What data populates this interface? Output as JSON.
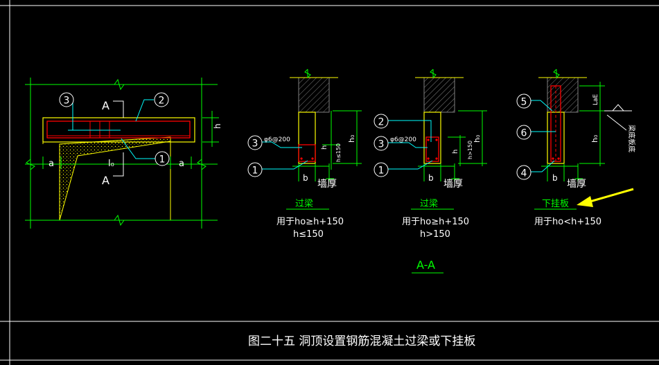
{
  "colors": {
    "background": "#000000",
    "frame": "#ffffff",
    "dimension": "#00ff00",
    "leader": "#00ffff",
    "outline": "#ffff00",
    "rebar": "#ff0000",
    "hatch": "#808080",
    "text": "#ffffff",
    "caption": "#00ff00",
    "arrow": "#ffff00"
  },
  "elevation": {
    "section_mark_top": "A",
    "section_mark_bottom": "A",
    "callouts": [
      "3",
      "2",
      "1"
    ],
    "dim_left": "a",
    "dim_span": "l₀",
    "dim_right": "a",
    "dim_height": "h"
  },
  "detail_1": {
    "callouts": [
      "3",
      "1"
    ],
    "stirrup_label": "φ6@200",
    "dim_h": "h",
    "dim_h_limit": "h≤150",
    "dim_h0": "h₀",
    "dim_b": "b",
    "wall_label": "墙厚",
    "title": "过梁",
    "condition_line1": "用于ho≥h+150",
    "condition_line2": "h≤150"
  },
  "detail_2": {
    "callouts": [
      "2",
      "3",
      "1"
    ],
    "stirrup_label": "φ6@200",
    "dim_h": "h",
    "dim_h_limit": "h>150",
    "dim_h0": "h₀",
    "dim_b": "b",
    "wall_label": "墙厚",
    "title": "过梁",
    "condition_line1": "用于ho≥h+150",
    "condition_line2": "h>150"
  },
  "detail_3": {
    "callouts": [
      "5",
      "6",
      "4"
    ],
    "dim_lae": "LaE",
    "dim_h0": "h₀",
    "dim_b": "b",
    "wall_label": "墙厚",
    "slab_label": "梁底板底",
    "title": "下挂板",
    "condition_line1": "用于ho<h+150"
  },
  "section_label": "A-A",
  "figure_caption": "图二十五  洞顶设置钢筋混凝土过梁或下挂板"
}
